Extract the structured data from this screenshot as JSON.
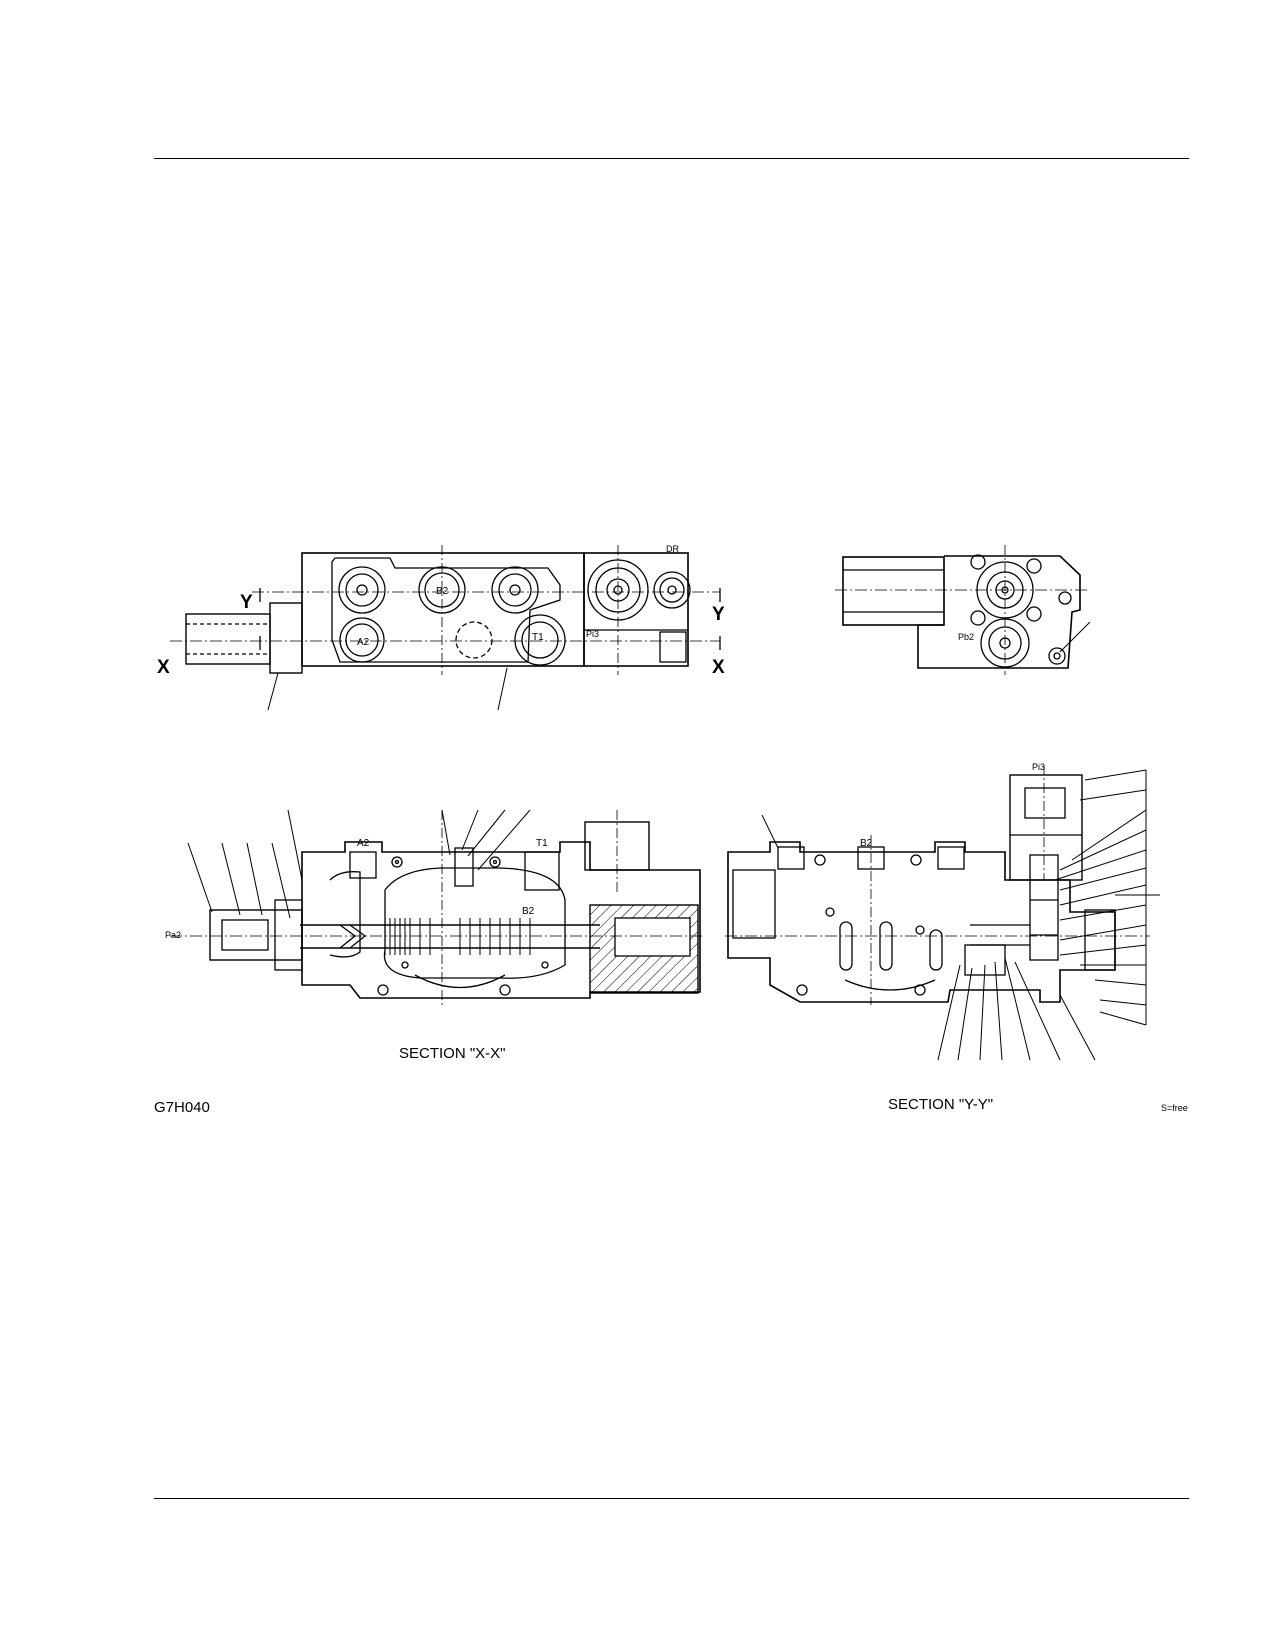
{
  "header": {
    "rule": "top"
  },
  "top_left_view": {
    "ports": {
      "b2": "B2",
      "a2": "A2",
      "t1": "T1",
      "dr": "DR",
      "pi3": "Pi3"
    },
    "section_marks": {
      "y_left": "Y",
      "y_right": "Y",
      "x_left": "X",
      "x_right": "X"
    }
  },
  "top_right_view": {
    "ports": {
      "pb2": "Pb2"
    }
  },
  "section_xx": {
    "ports": {
      "a2": "A2",
      "t1": "T1",
      "b2": "B2",
      "pa2": "Pa2"
    },
    "title": "SECTION \"X-X\""
  },
  "section_yy": {
    "ports": {
      "b2": "B2",
      "pi3": "Pi3"
    },
    "title": "SECTION \"Y-Y\""
  },
  "footer": {
    "figure_code": "G7H040",
    "scale_note": "S=free"
  }
}
